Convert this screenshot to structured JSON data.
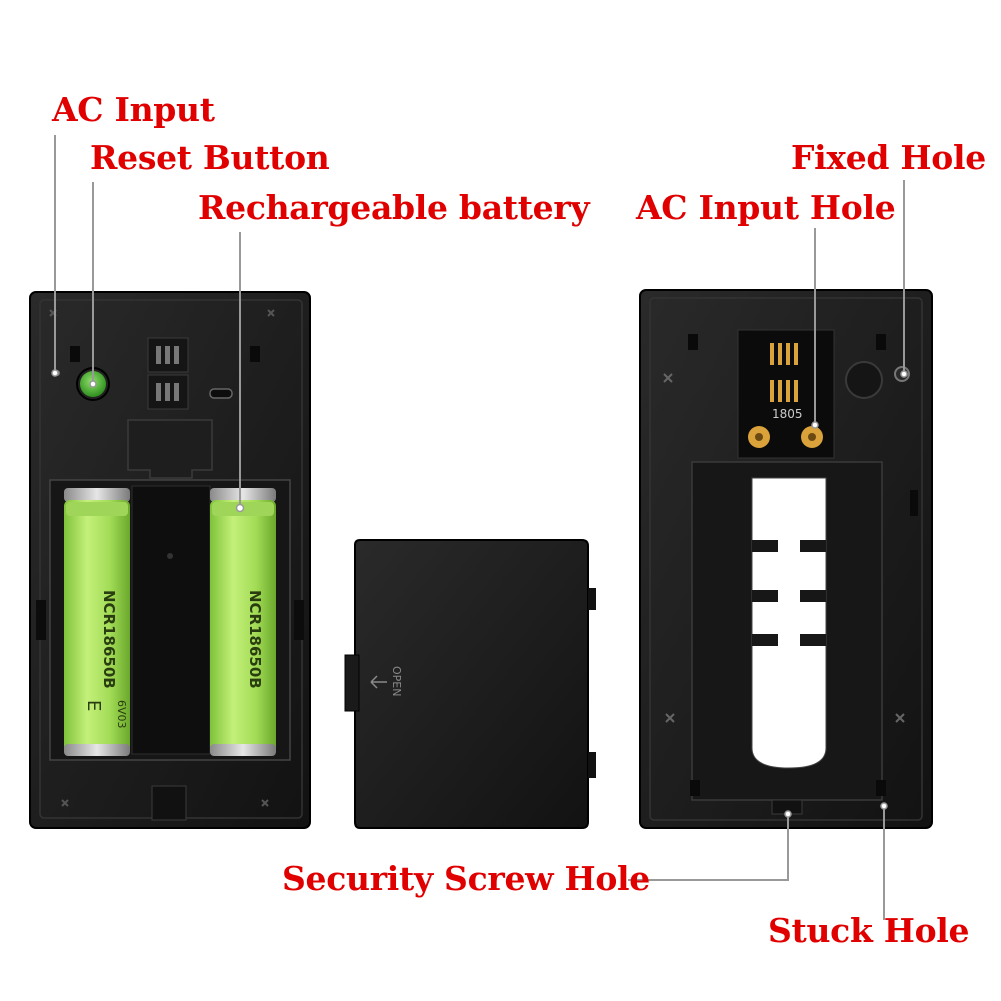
{
  "labels": {
    "ac_input": "AC Input",
    "reset_button": "Reset Button",
    "rechargeable_battery": "Rechargeable battery",
    "fixed_hole": "Fixed Hole",
    "ac_input_hole": "AC Input Hole",
    "security_screw_hole": "Security Screw Hole",
    "stuck_hole": "Stuck Hole"
  },
  "device_text": {
    "battery_model": "NCR18650B",
    "battery_code": "6V03",
    "battery_mark": "E",
    "cover_open": "OPEN",
    "board_code": "1805"
  },
  "colors": {
    "label": "#e00000",
    "housing": "#1b1b1b",
    "battery": "#a8e05a",
    "reset": "#3fae2a",
    "board": "#111111",
    "contact": "#d9a23a"
  }
}
